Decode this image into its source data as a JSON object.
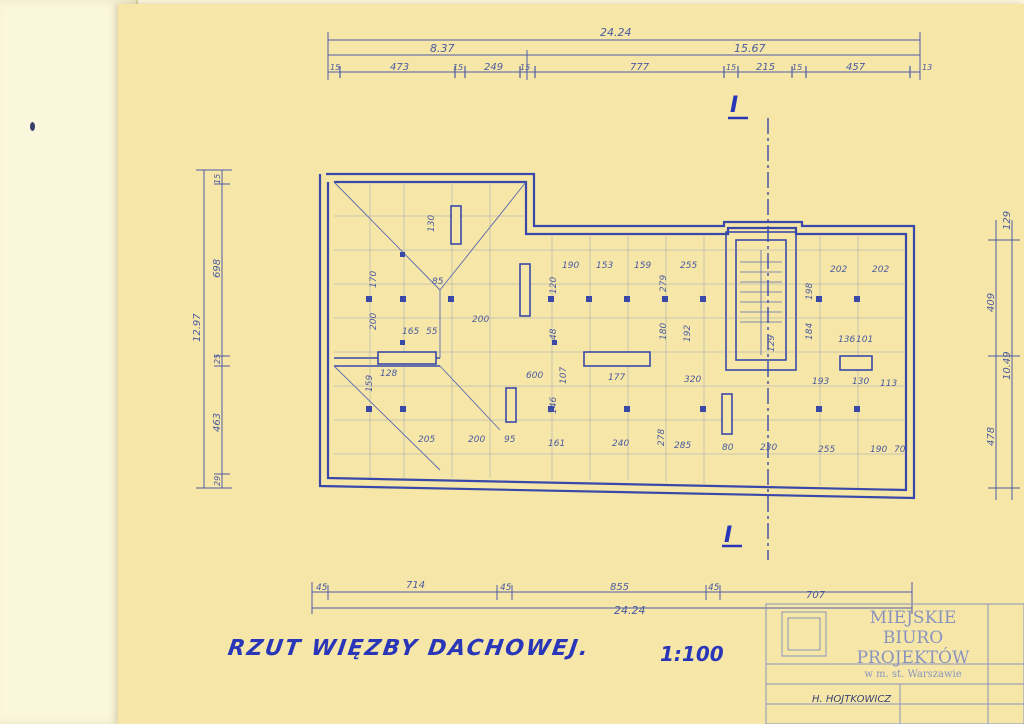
{
  "drawing": {
    "title": "RZUT WIĘZBY DACHOWEJ.",
    "scale": "1:100",
    "section_mark": "I",
    "top_dimensions": {
      "overall": "24.24",
      "left_total": "8.37",
      "right_total": "15.67",
      "segments": [
        "15",
        "473",
        "15",
        "249",
        "15",
        "777",
        "15",
        "215",
        "15",
        "457",
        "13"
      ]
    },
    "bottom_dimensions": {
      "overall": "24.24",
      "segments": [
        "45",
        "714",
        "45",
        "855",
        "45",
        "707"
      ]
    },
    "left_dimensions": {
      "overall": "12.97",
      "segments": [
        "15",
        "698",
        "25",
        "463",
        "29"
      ]
    },
    "right_dimensions": {
      "overall": "10.49",
      "segments": [
        "129",
        "409",
        "478"
      ]
    },
    "interior_labels": [
      "130",
      "170",
      "200",
      "85",
      "165",
      "55",
      "200",
      "128",
      "120",
      "190",
      "153",
      "159",
      "255",
      "279",
      "202",
      "202",
      "48",
      "180",
      "192",
      "198",
      "184",
      "136",
      "101",
      "600",
      "177",
      "320",
      "193",
      "130",
      "113",
      "146",
      "107",
      "205",
      "200",
      "95",
      "161",
      "240",
      "278",
      "285",
      "80",
      "230",
      "255",
      "190",
      "70",
      "129",
      "159"
    ]
  },
  "stamp": {
    "line1": "MIEJSKIE BIURO",
    "line2": "PROJEKTÓW",
    "line3": "w m. st. Warszawie"
  },
  "signature": {
    "name": "H. HOJTKOWICZ"
  }
}
